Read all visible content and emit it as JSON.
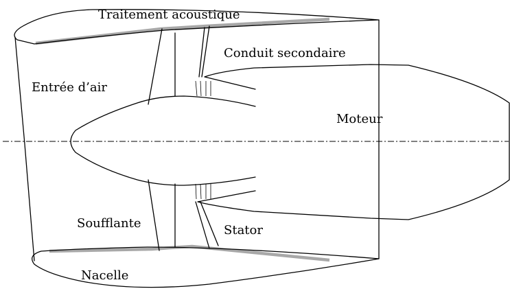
{
  "labels": {
    "acoustic_treatment": "Traitement acoustique",
    "secondary_duct": "Conduit secondaire",
    "air_inlet": "Entrée d’air",
    "engine": "Moteur",
    "fan": "Soufflante",
    "stator": "Stator",
    "nacelle": "Nacelle"
  },
  "colors": {
    "outline": "#000000",
    "acoustic_treatment": "#a8a8a8",
    "background": "#ffffff"
  }
}
